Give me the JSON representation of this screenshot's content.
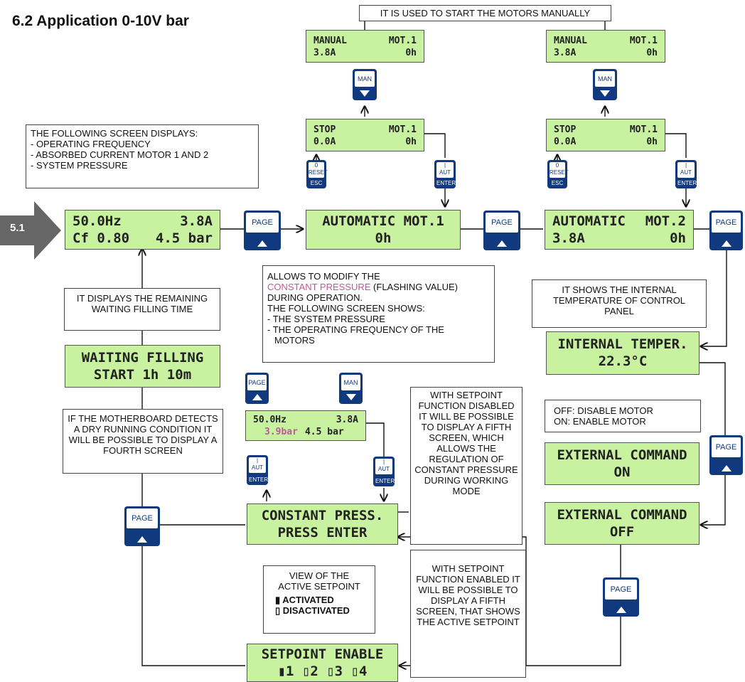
{
  "title": "6.2 Application 0-10V bar",
  "marker": "5.1",
  "notes": {
    "manual_start": "IT IS USED TO START THE MOTORS MANUALLY",
    "screen_displays": [
      "THE FOLLOWING SCREEN DISPLAYS:",
      "- OPERATING FREQUENCY",
      "- ABSORBED CURRENT MOTOR 1 AND 2",
      "- SYSTEM PRESSURE"
    ],
    "allows_modify": {
      "line1": "ALLOWS TO MODIFY THE",
      "pink": "CONSTANT PRESSURE",
      "after_pink": " (FLASHING VALUE)",
      "line3": "DURING OPERATION.",
      "line4": "THE FOLLOWING SCREEN SHOWS:",
      "line5": "- THE SYSTEM PRESSURE",
      "line6": "- THE OPERATING FREQUENCY OF THE",
      "line7": "  MOTORS"
    },
    "internal_temp": "IT SHOWS THE INTERNAL TEMPERATURE OF CONTROL PANEL",
    "waiting_time": "IT DISPLAYS THE REMAINING WAITING FILLING TIME",
    "dry_running": "IF THE MOTHERBOARD DETECTS A DRY RUNNING CONDITION IT WILL BE POSSIBLE TO DISPLAY A FOURTH SCREEN",
    "setpoint_disabled": "WITH SETPOINT FUNCTION DISABLED IT WILL BE POSSIBLE TO DISPLAY A FIFTH SCREEN, WHICH ALLOWS THE REGULATION OF CONSTANT PRESSURE DURING WORKING MODE",
    "off_on": [
      "OFF: DISABLE MOTOR",
      "ON: ENABLE MOTOR"
    ],
    "view_setpoint": {
      "line1": "VIEW OF THE",
      "line2": "ACTIVE SETPOINT",
      "activated": "ACTIVATED",
      "deactivated": "DISACTIVATED"
    },
    "setpoint_enabled": "WITH SETPOINT FUNCTION ENABLED IT WILL BE POSSIBLE TO DISPLAY A FIFTH SCREEN, THAT SHOWS THE ACTIVE SETPOINT"
  },
  "lcd": {
    "manual1": [
      "MANUAL",
      "MOT.1",
      "3.8A",
      "0h"
    ],
    "manual2": [
      "MANUAL",
      "MOT.1",
      "3.8A",
      "0h"
    ],
    "stop1": [
      "STOP",
      "MOT.1",
      "0.0A",
      "0h"
    ],
    "stop2": [
      "STOP",
      "MOT.1",
      "0.0A",
      "0h"
    ],
    "main": [
      "50.0Hz",
      "3.8A",
      "Cf 0.80",
      "4.5 bar"
    ],
    "auto1": [
      "AUTOMATIC MOT.1",
      "0h"
    ],
    "auto2": [
      "AUTOMATIC",
      "MOT.2",
      "3.8A",
      "0h"
    ],
    "internal": [
      "INTERNAL TEMPER.",
      "22.3°C"
    ],
    "waiting": [
      "WAITING FILLING",
      "START 1h 10m"
    ],
    "pressure_small": [
      "50.0Hz",
      "3.8A",
      "3.9bar",
      "4.5 bar"
    ],
    "constant": [
      "CONSTANT PRESS.",
      "PRESS ENTER"
    ],
    "ext_on": [
      "EXTERNAL COMMAND",
      "ON"
    ],
    "ext_off": [
      "EXTERNAL COMMAND",
      "OFF"
    ],
    "setpoint": [
      "SETPOINT ENABLE",
      "▮1 ▯2 ▯3 ▯4"
    ]
  },
  "keys": {
    "man": "MAN",
    "page": "PAGE",
    "reset_top": "0",
    "reset_mid": "RESET",
    "reset_bot": "ESC",
    "aut_mid": "AUT",
    "aut_bot": "ENTER"
  },
  "colors": {
    "lcd_bg": "#c8f2a0",
    "key_bg": "#11397e",
    "pink": "#c0579a",
    "marker": "#666666"
  }
}
